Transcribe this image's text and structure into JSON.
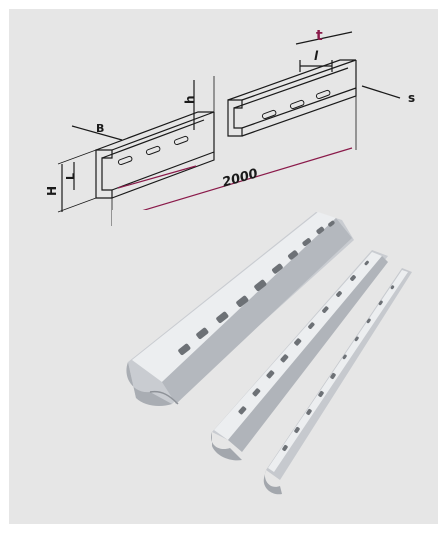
{
  "drawing": {
    "labels": {
      "t": "t",
      "l": "l",
      "s": "s",
      "h": "h",
      "B": "B",
      "H": "H",
      "L": "L",
      "length": "2000"
    },
    "colors": {
      "background": "#e6e6e6",
      "line": "#1a1a1a",
      "accent": "#8a1a4a",
      "rail_light": "#e4e6e8",
      "rail_shade": "#b8bcc2"
    }
  }
}
